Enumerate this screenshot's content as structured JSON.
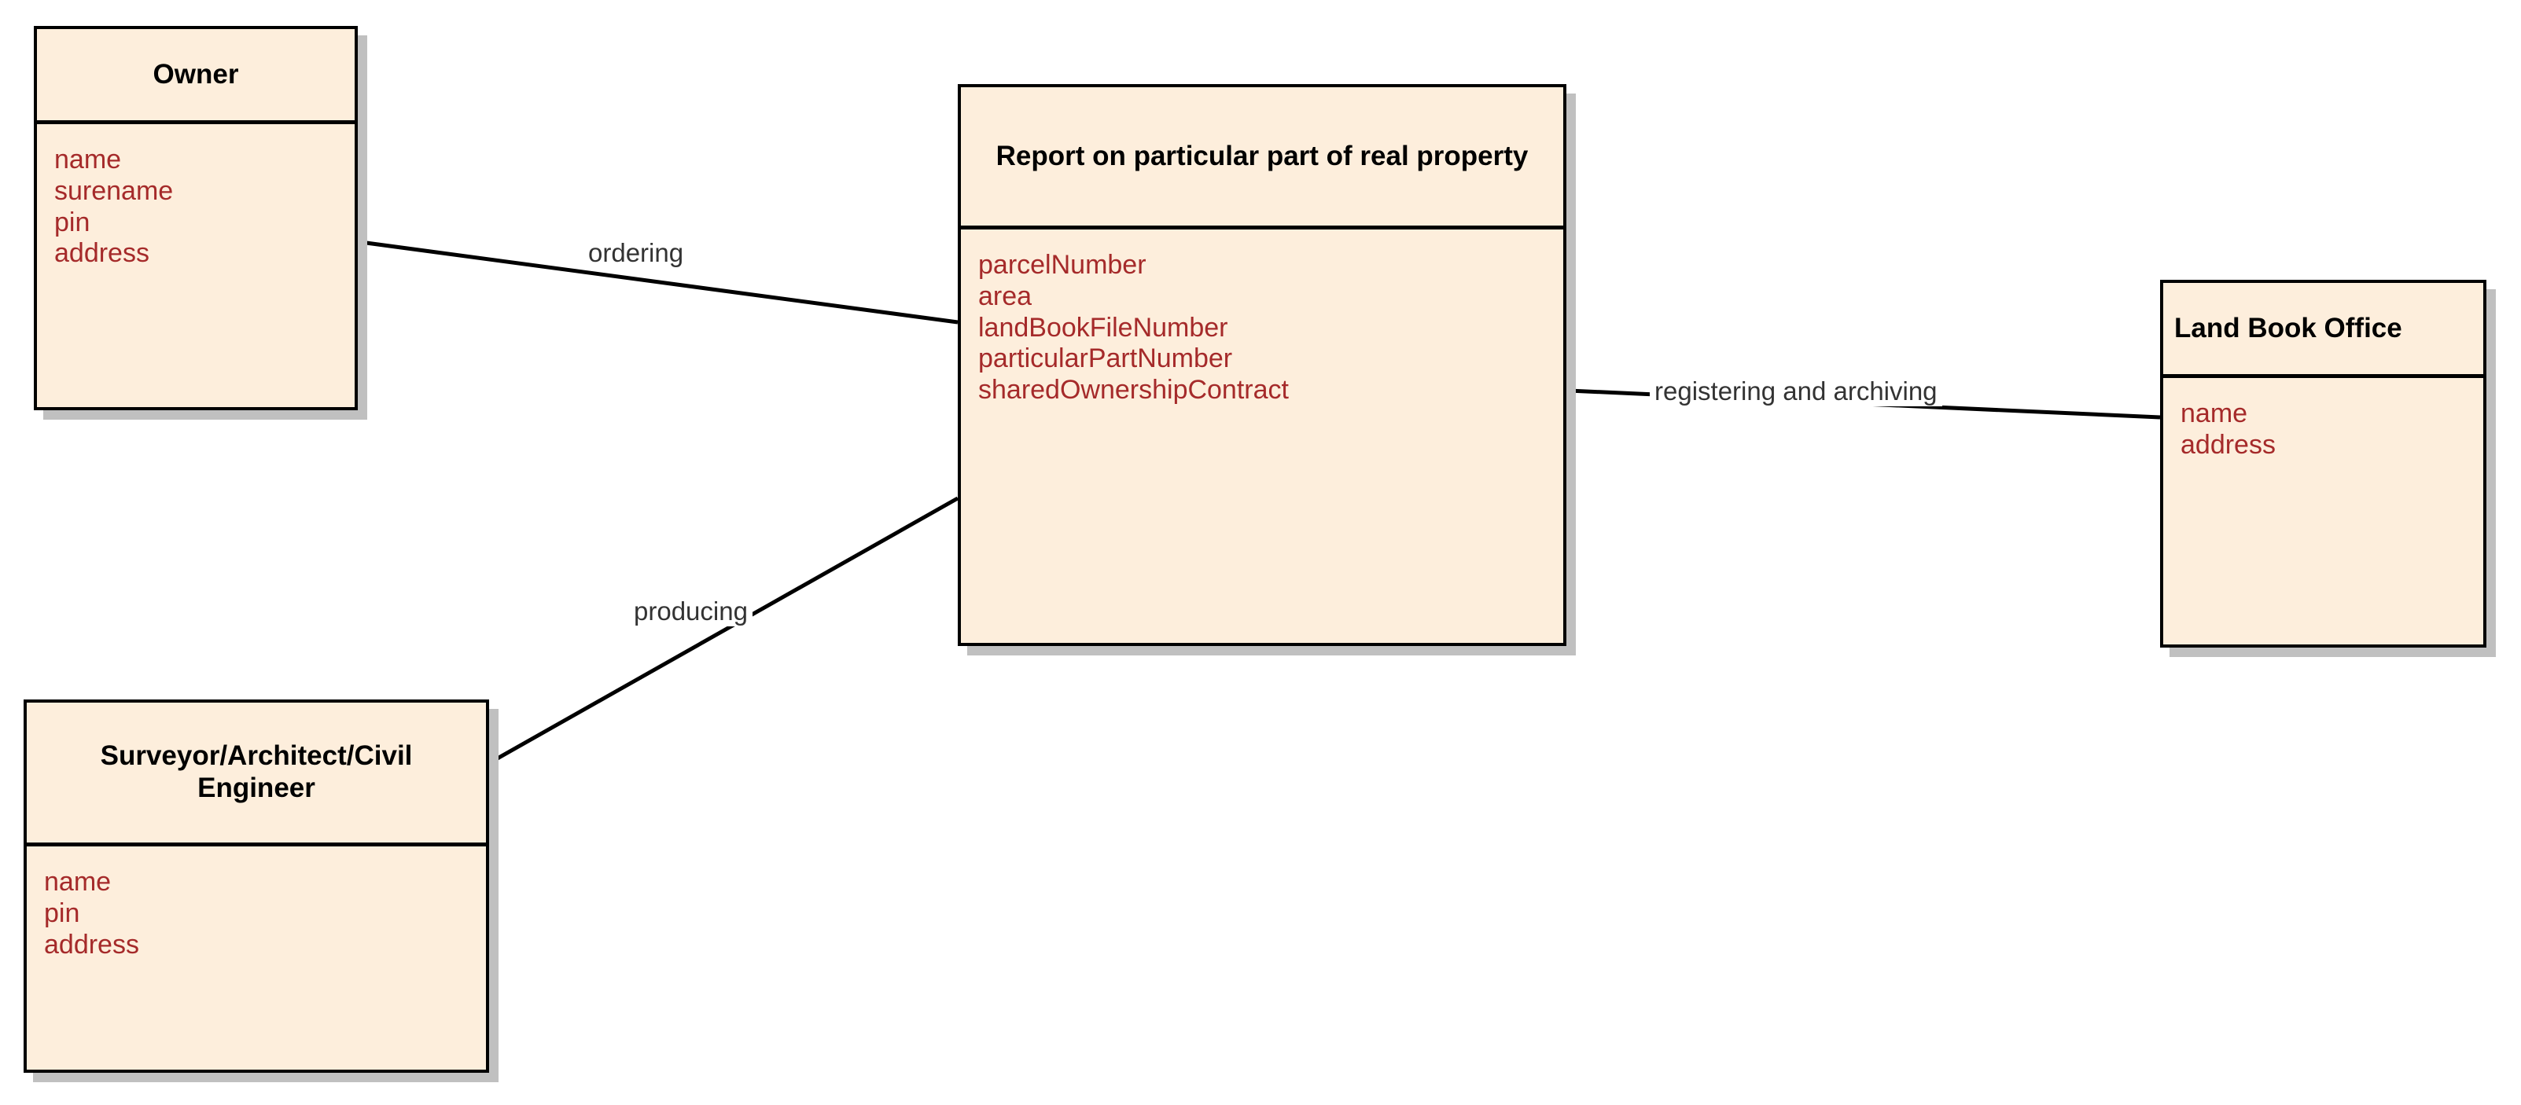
{
  "diagram": {
    "type": "uml-class-diagram",
    "background_color": "#ffffff",
    "class_fill_color": "#fdeedc",
    "class_border_color": "#000000",
    "attribute_text_color": "#a52a2a",
    "title_text_color": "#000000",
    "shadow_color": "#c0c0c0"
  },
  "classes": [
    {
      "id": "owner",
      "name": "Owner",
      "title_align": "center",
      "attributes": [
        "name",
        "surename",
        "pin",
        "address"
      ]
    },
    {
      "id": "report",
      "name": "Report on particular part of real property",
      "title_align": "center",
      "attributes": [
        "parcelNumber",
        "area",
        "landBookFileNumber",
        "particularPartNumber",
        "sharedOwnershipContract"
      ]
    },
    {
      "id": "landbook",
      "name": "Land Book Office",
      "title_align": "left",
      "attributes": [
        "name",
        "address"
      ]
    },
    {
      "id": "surveyor",
      "name": "Surveyor/Architect/Civil Engineer",
      "title_align": "center",
      "attributes": [
        "name",
        "pin",
        "address"
      ]
    }
  ],
  "associations": [
    {
      "id": "ordering",
      "label": "ordering",
      "from": "owner",
      "to": "report"
    },
    {
      "id": "registering",
      "label": "registering and archiving",
      "from": "report",
      "to": "landbook"
    },
    {
      "id": "producing",
      "label": "producing",
      "from": "surveyor",
      "to": "report"
    }
  ]
}
